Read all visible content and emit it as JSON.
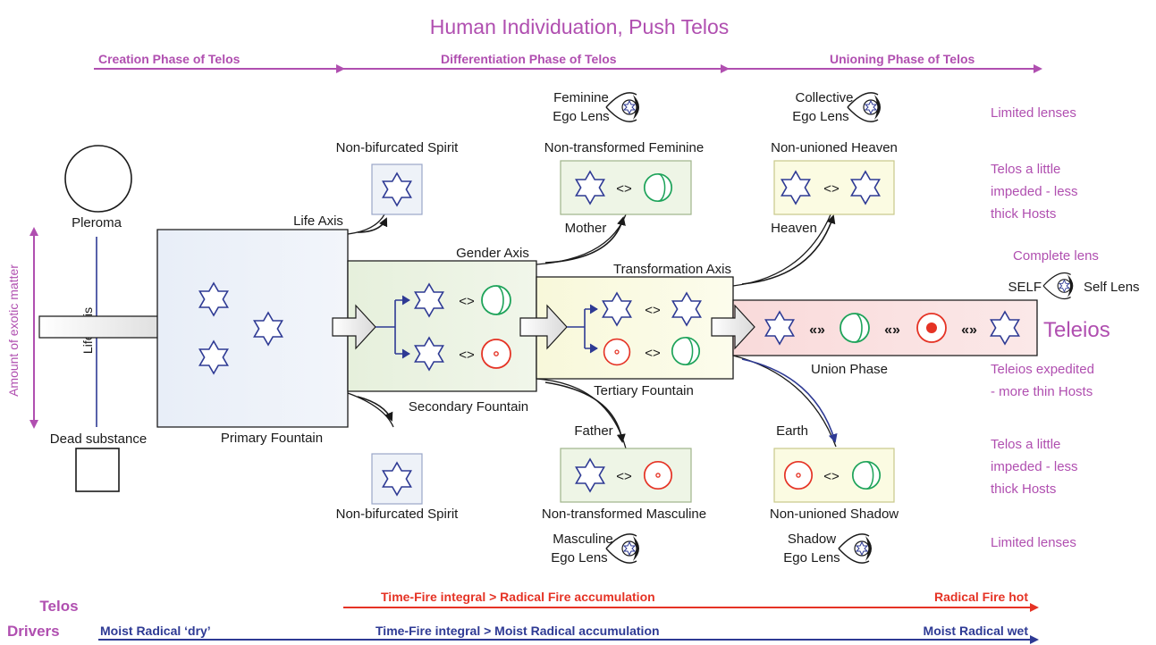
{
  "title": "Human Individuation, Push Telos",
  "colors": {
    "purple": "#b04fb0",
    "blue": "#2e3a94",
    "red": "#e53325",
    "green": "#1ea35a",
    "box_blue": "#eef2f8",
    "box_green": "#eef5e6",
    "box_yellow": "#fbfbe2",
    "box_pink": "#fbe2e2"
  },
  "phases": {
    "creation": "Creation Phase of Telos",
    "differentiation": "Differentiation Phase of Telos",
    "unioning": "Unioning Phase of Telos"
  },
  "left": {
    "pleroma": "Pleroma",
    "dead_substance": "Dead substance",
    "life_axis_vertical": "Life Axis",
    "exotic_matter": "Amount of exotic matter"
  },
  "axes": {
    "life_axis": "Life Axis",
    "gender_axis": "Gender Axis",
    "transformation_axis": "Transformation Axis",
    "primary_fountain": "Primary Fountain",
    "secondary_fountain": "Secondary Fountain",
    "tertiary_fountain": "Tertiary Fountain",
    "union_phase": "Union Phase"
  },
  "boxes": {
    "spirit_top": "Non-bifurcated Spirit",
    "spirit_bottom": "Non-bifurcated Spirit",
    "feminine": "Non-transformed Feminine",
    "masculine": "Non-transformed Masculine",
    "heaven_top": "Non-unioned Heaven",
    "shadow_bottom": "Non-unioned Shadow",
    "mother": "Mother",
    "father": "Father",
    "heaven": "Heaven",
    "earth": "Earth"
  },
  "symbols": {
    "swap": "<>",
    "union": "«»"
  },
  "lenses": {
    "feminine_1": "Feminine",
    "feminine_2": "Ego Lens",
    "collective_1": "Collective",
    "collective_2": "Ego Lens",
    "masculine_1": "Masculine",
    "masculine_2": "Ego Lens",
    "shadow_1": "Shadow",
    "shadow_2": "Ego Lens",
    "self": "SELF",
    "self_lens": "Self Lens"
  },
  "teleios": "Teleios",
  "right_notes": {
    "limited_top": "Limited lenses",
    "impeded_top_1": "Telos a little",
    "impeded_top_2": "impeded - less",
    "impeded_top_3": "thick Hosts",
    "complete_lens": "Complete lens",
    "expedited_1": "Teleios expedited",
    "expedited_2": "- more thin Hosts",
    "impeded_bottom_1": "Telos a little",
    "impeded_bottom_2": "impeded - less",
    "impeded_bottom_3": "thick Hosts",
    "limited_bottom": "Limited lenses"
  },
  "drivers": {
    "telos": "Telos",
    "drivers": "Drivers",
    "moist_dry": "Moist Radical ‘dry’",
    "fire_integral": "Time-Fire integral > Radical Fire accumulation",
    "fire_hot": "Radical Fire hot",
    "moist_integral": "Time-Fire integral > Moist Radical accumulation",
    "moist_wet": "Moist Radical wet"
  }
}
